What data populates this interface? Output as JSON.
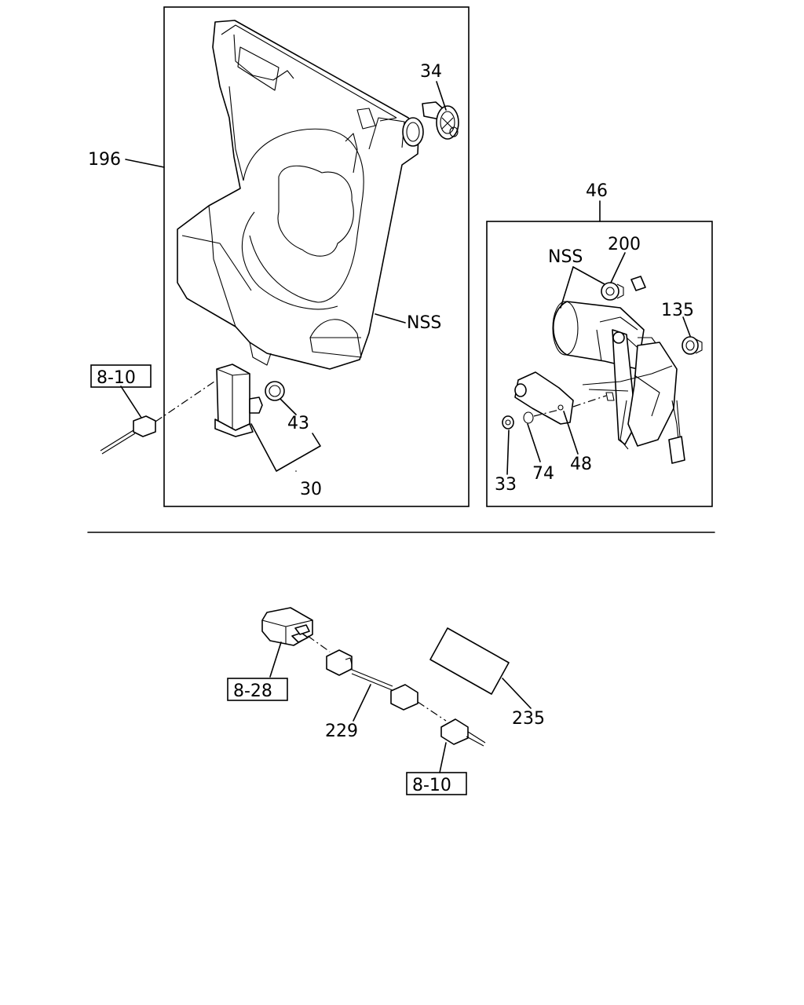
{
  "labels": {
    "tank_part": "196",
    "cap_part": "34",
    "tank_nss": "NSS",
    "connector_ref_top": "8-10",
    "grommet_part": "43",
    "pump_part": "30",
    "motor_assy_part": "46",
    "motor_nss": "NSS",
    "bushing_part": "200",
    "washer_right_part": "135",
    "bracket_part": "48",
    "nut_part": "33",
    "washer_part": "74",
    "relay_ref": "8-28",
    "harness_part": "229",
    "label_part": "235",
    "connector_ref_bottom": "8-10"
  }
}
